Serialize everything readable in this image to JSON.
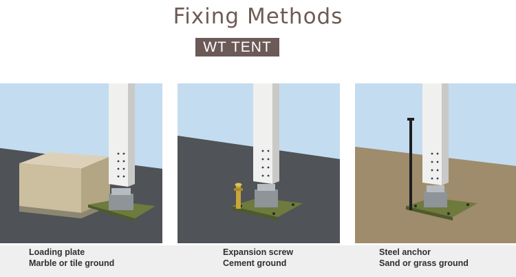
{
  "header": {
    "title": "Fixing  Methods",
    "badge": "WT  TENT"
  },
  "methods": [
    {
      "name": "Loading plate",
      "ground": "Marble or tile ground"
    },
    {
      "name": "Expansion screw",
      "ground": "Cement ground"
    },
    {
      "name": "Steel anchor",
      "ground": "Sand or grass ground"
    }
  ]
}
